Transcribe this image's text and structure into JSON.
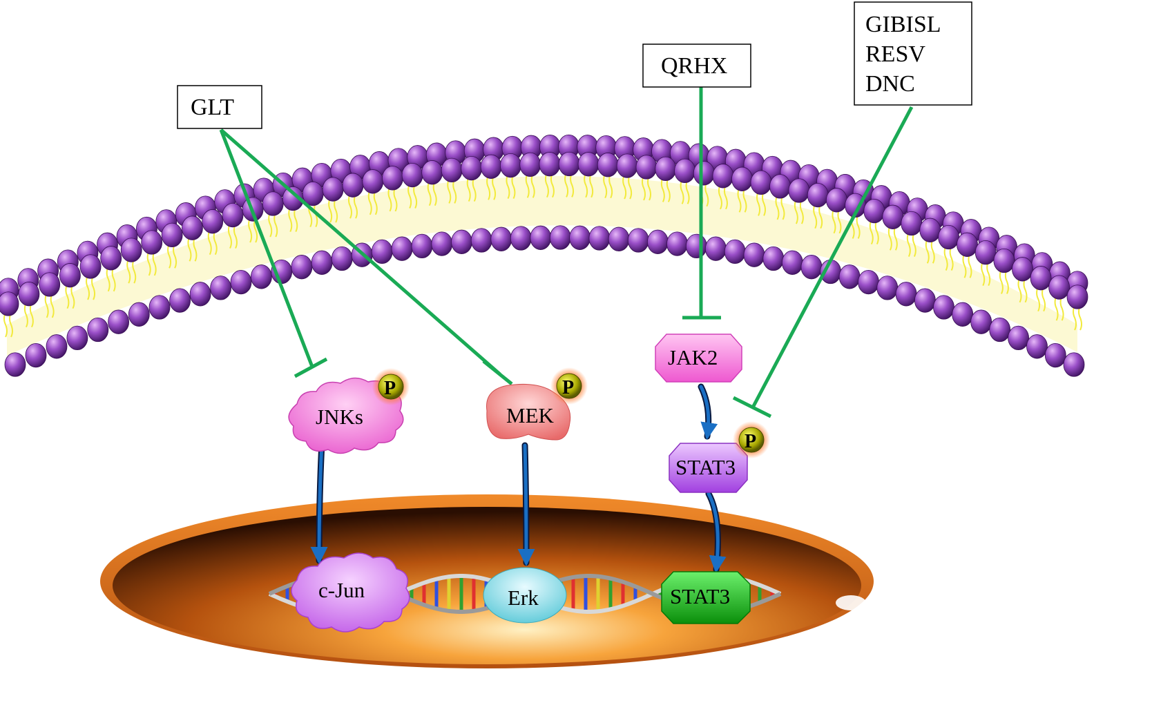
{
  "drug_boxes": {
    "glt": "GLT",
    "qrhx": "QRHX",
    "gibisl": [
      "GIBISL",
      "RESV",
      "DNC"
    ]
  },
  "proteins": {
    "jnks": "JNKs",
    "mek": "MEK",
    "jak2": "JAK2",
    "stat3_cyto": "STAT3",
    "cjun": "c-Jun",
    "erk": "Erk",
    "stat3_nuclear": "STAT3"
  },
  "phospho_label": "P",
  "colors": {
    "inhibition_line": "#1aaa55",
    "activation_arrow": "#1a6fc4",
    "phospholipid_head": "#8a3fb8",
    "phospholipid_tail": "#f2ea3c",
    "nucleus": "#d2691e",
    "jnks": "#f07ad8",
    "mek": "#f08080",
    "jak2": "#f582de",
    "stat3_cyto": "#c77af0",
    "cjun": "#d87cf2",
    "erk": "#8fdde8",
    "stat3_nuclear": "#1ec41e",
    "phospho": "#c8c800"
  }
}
